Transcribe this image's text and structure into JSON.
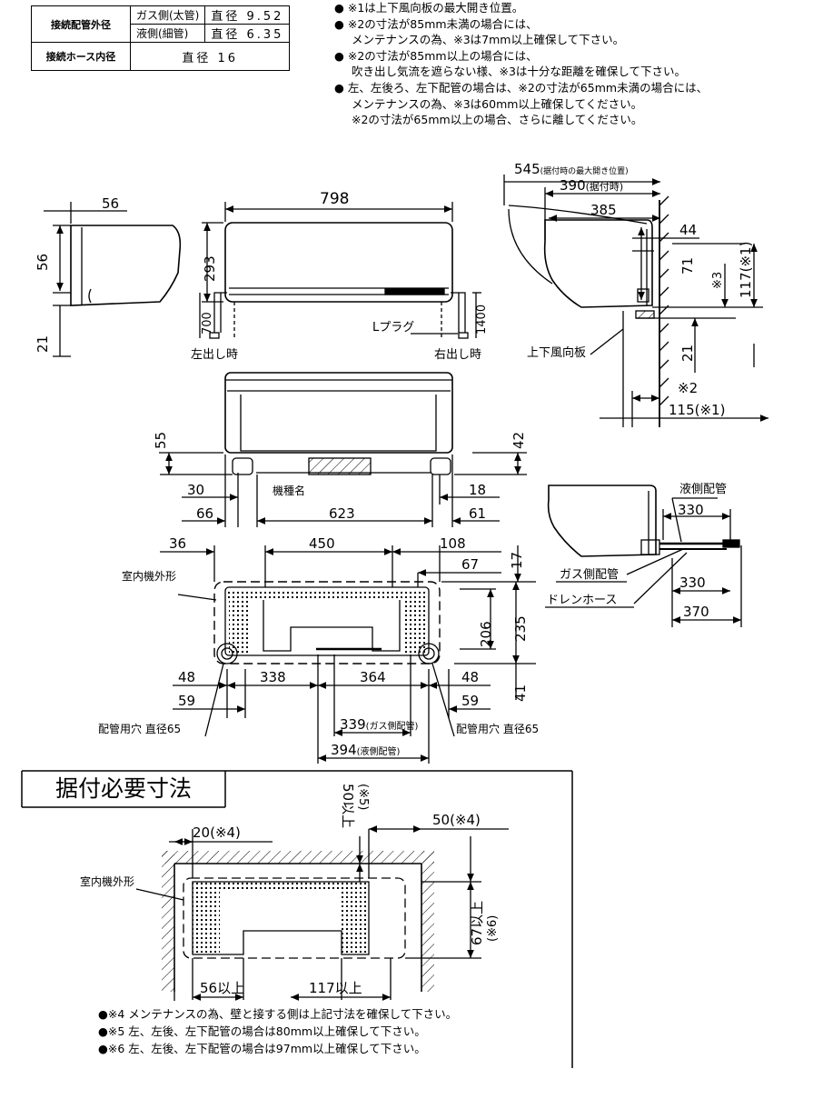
{
  "spec_table": {
    "conn_pipe_label": "接続配管外径",
    "gas_label": "ガス側(太管)",
    "gas_value": "直径 9.52",
    "liquid_label": "液側(細管)",
    "liquid_value": "直径 6.35",
    "hose_label": "接続ホース内径",
    "hose_value": "直径 16"
  },
  "notes": [
    "● ※1は上下風向板の最大開き位置。",
    "● ※2の寸法が85mm未満の場合には、",
    "メンテナンスの為、※3は7mm以上確保して下さい。",
    "● ※2の寸法が85mm以上の場合には、",
    "吹き出し気流を遮らない様、※3は十分な距離を確保して下さい。",
    "● 左、左後ろ、左下配管の場合は、※2の寸法が65mm未満の場合には、",
    "メンテナンスの為、※3は60mm以上確保してください。",
    "※2の寸法が65mm以上の場合、さらに離してください。"
  ],
  "dims": {
    "side_depth_top": "56",
    "side_56": "56",
    "side_21": "21",
    "front_width": "798",
    "front_height": "293",
    "left_pipe_700": "700",
    "right_pipe_1400": "1400",
    "plug_label": "Lプラグ",
    "left_out_label": "左出し時",
    "right_out_label": "右出し時",
    "r_545": "545",
    "r_545_note": "(据付時の最大開き位置)",
    "r_390": "390",
    "r_390_note": "(据付時)",
    "r_385": "385",
    "r_44": "44",
    "r_71": "71",
    "r_117": "117(※1)",
    "r_ast3": "※3",
    "r_21": "21",
    "r_ast2": "※2",
    "r_115": "115(※1)",
    "louver_label": "上下風向板",
    "b_55": "55",
    "b_42": "42",
    "b_30": "30",
    "b_66": "66",
    "b_model": "機種名",
    "b_623": "623",
    "b_18": "18",
    "b_61": "61",
    "p_liquid_label": "液側配管",
    "p_330a": "330",
    "p_gas_label": "ガス側配管",
    "p_drain_label": "ドレンホース",
    "p_330b": "330",
    "p_370": "370",
    "w_36": "36",
    "w_450": "450",
    "w_108": "108",
    "w_17": "17",
    "w_67": "67",
    "w_outline": "室内機外形",
    "w_206": "206",
    "w_235": "235",
    "w_48l": "48",
    "w_338": "338",
    "w_364": "364",
    "w_48r": "48",
    "w_59l": "59",
    "w_59r": "59",
    "w_41": "41",
    "w_339": "339",
    "w_339_note": "(ガス側配管)",
    "w_394": "394",
    "w_394_note": "(液側配管)",
    "w_hole_left": "配管用穴 直径65",
    "w_hole_right": "配管用穴 直径65"
  },
  "install": {
    "title": "据付必要寸法",
    "left_20": "20(※4)",
    "top_50": "50以上",
    "top_50_note": "(※5)",
    "right_50": "50(※4)",
    "outline": "室内機外形",
    "right_67": "67以上",
    "right_67_note": "(※6)",
    "bottom_56": "56以上",
    "bottom_117": "117以上"
  },
  "bottom_notes": [
    "●※4 メンテナンスの為、壁と接する側は上記寸法を確保して下さい。",
    "●※5 左、左後、左下配管の場合は80mm以上確保して下さい。",
    "●※6 左、左後、左下配管の場合は97mm以上確保して下さい。"
  ]
}
